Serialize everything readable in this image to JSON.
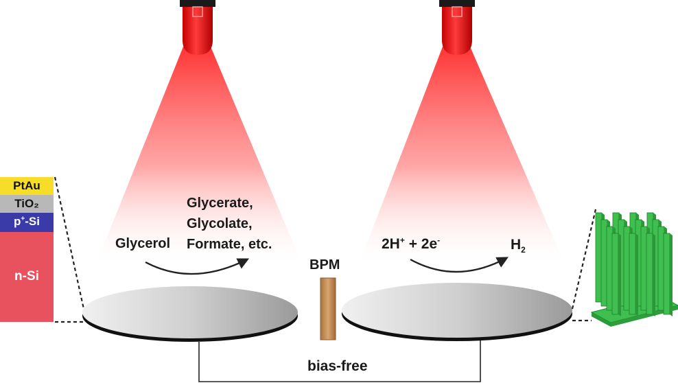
{
  "layers": {
    "ptau": "PtAu",
    "tio2": "TiO₂",
    "psi_base": "p",
    "psi_sup": "+",
    "psi_rest": "-Si",
    "nsi": "n-Si"
  },
  "anode": {
    "reactant": "Glycerol",
    "products": [
      "Glycerate,",
      "Glycolate,",
      "Formate, etc."
    ]
  },
  "cathode": {
    "h_coef": "2H",
    "h_sup": "+",
    "plus_e": " + 2e",
    "e_sup": "-",
    "product_base": "H",
    "product_sub": "2"
  },
  "membrane": {
    "label": "BPM"
  },
  "circuit": {
    "label": "bias-free"
  },
  "colors": {
    "ptau": "#f5dd2a",
    "tio2": "#b8b8b8",
    "psi": "#3a3aa8",
    "nsi": "#e8515e",
    "light": "#ff2020",
    "lamp": "#e60000",
    "nanowire": "#3fbf4f",
    "bpm": "#c8915a"
  }
}
